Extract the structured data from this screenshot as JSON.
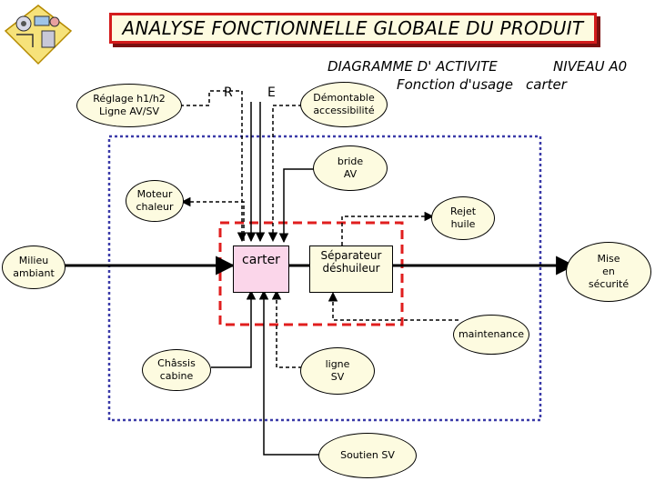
{
  "title": "ANALYSE FONCTIONNELLE GLOBALE DU PRODUIT",
  "header": {
    "diagram": "DIAGRAMME D' ACTIVITE",
    "level": "NIVEAU A0",
    "function": "Fonction d'usage",
    "product": "carter"
  },
  "letters": {
    "r": "R",
    "e": "E"
  },
  "nodes": {
    "reglage": "Réglage h1/h2\nLigne AV/SV",
    "demontable": "Démontable\naccessibilité",
    "bride": "bride\nAV",
    "moteur": "Moteur\nchaleur",
    "rejet": "Rejet\nhuile",
    "milieu": "Milieu\nambiant",
    "carter": "carter",
    "separateur": "Séparateur\ndéshuileur",
    "mise": "Mise\nen\nsécurité",
    "maintenance": "maintenance",
    "chassis": "Châssis\ncabine",
    "ligne": "ligne\nSV",
    "soutien": "Soutien SV"
  },
  "colors": {
    "title_border": "#d41c1c",
    "highlight_border": "#e01e1e",
    "boundary": "#3a3aa8",
    "fill": "#fdfbe0",
    "carter_fill": "#fbd6ea"
  }
}
